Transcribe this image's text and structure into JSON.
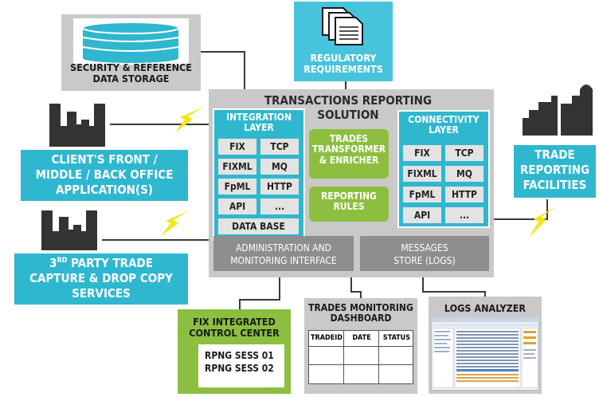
{
  "security_storage": {
    "label_line1": "SECURITY & REFERENCE",
    "label_line2": "DATA STORAGE"
  },
  "regulatory": {
    "label_line1": "REGULATORY",
    "label_line2": "REQUIREMENTS"
  },
  "solution": {
    "title_line1": "TRANSACTIONS REPORTING",
    "title_line2": "SOLUTION"
  },
  "integration_layer": {
    "title_line1": "INTEGRATION",
    "title_line2": "LAYER",
    "cells": [
      "FIX",
      "TCP",
      "FIXML",
      "MQ",
      "FpML",
      "HTTP",
      "API",
      "...",
      "DATA BASE"
    ]
  },
  "trades_transformer": {
    "line1": "TRADES",
    "line2": "TRANSFORMER",
    "line3": "& ENRICHER"
  },
  "reporting_rules": {
    "line1": "REPORTING",
    "line2": "RULES"
  },
  "connectivity_layer": {
    "title_line1": "CONNECTIVITY",
    "title_line2": "LAYER",
    "cells": [
      "FIX",
      "TCP",
      "FIXML",
      "MQ",
      "FpML",
      "HTTP",
      "API",
      "..."
    ]
  },
  "admin_interface": {
    "line1": "ADMINISTRATION AND",
    "line2": "MONITORING INTERFACE"
  },
  "messages_store": {
    "line1": "MESSAGES",
    "line2": "STORE (LOGS)"
  },
  "client_apps": {
    "line1": "CLIENT'S FRONT /",
    "line2": "MIDDLE / BACK OFFICE",
    "line3": "APPLICATION(S)"
  },
  "third_party": {
    "line1_prefix": "3",
    "line1_sup": "RD",
    "line1_rest": " PARTY TRADE",
    "line2": "CAPTURE & DROP COPY",
    "line3": "SERVICES"
  },
  "trade_reporting": {
    "line1": "TRADE",
    "line2": "REPORTING",
    "line3": "FACILITIES"
  },
  "fix_control": {
    "title_line1": "FIX INTEGRATED",
    "title_line2": "CONTROL CENTER",
    "session1": "RPNG SESS 01",
    "session2": "RPNG SESS 02"
  },
  "monitoring_dashboard": {
    "title_line1": "TRADES MONITORING",
    "title_line2": "DASHBOARD",
    "columns": [
      "TRADEID",
      "DATE",
      "STATUS"
    ]
  },
  "logs_analyzer": {
    "title": "LOGS ANALYZER"
  },
  "colors": {
    "teal": "#2fb7cf",
    "green": "#8cbf3f",
    "gray": "#c9c9c9",
    "dark_gray": "#8e8e8e",
    "bolt": "#f2e61b"
  },
  "icons": [
    "database-icon",
    "documents-icon",
    "buildings-icon",
    "lightning-icon",
    "screenshot-thumbnail"
  ]
}
